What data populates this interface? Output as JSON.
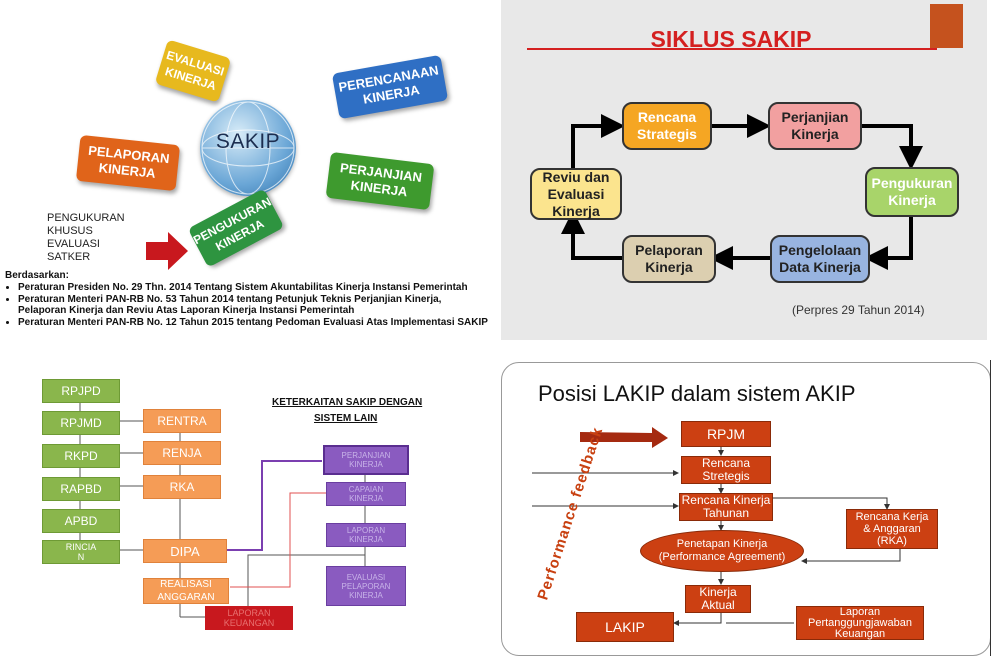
{
  "p1": {
    "center": "SAKIP",
    "tiles": {
      "evaluasi": "EVALUASI\nKINERJA",
      "perencanaan": "PERENCANAAN\nKINERJA",
      "pelaporan": "PELAPORAN\nKINERJA",
      "perjanjian": "PERJANJIAN\nKINERJA",
      "pengukuran": "PENGUKURAN\nKINERJA"
    },
    "pengukuran_khusus": [
      "PENGUKURAN",
      "KHUSUS",
      "EVALUASI",
      "SATKER"
    ],
    "berdasarkan": "Berdasarkan:",
    "regs": [
      "Peraturan Presiden No. 29 Thn. 2014 Tentang Sistem Akuntabilitas Kinerja Instansi Pemerintah",
      "Peraturan Menteri PAN-RB No. 53 Tahun 2014 tentang Petunjuk Teknis Perjanjian Kinerja, Pelaporan Kinerja dan Reviu Atas Laporan Kinerja Instansi Pemerintah",
      "Peraturan Menteri PAN-RB No. 12 Tahun 2015 tentang Pedoman Evaluasi Atas Implementasi SAKIP"
    ],
    "colors": {
      "evaluasi": "#e7b91e",
      "perencanaan": "#2f6fc4",
      "pelaporan": "#e0641a",
      "perjanjian": "#3e9a2e",
      "pengukuran": "#2e9440",
      "arrow": "#c8181e"
    }
  },
  "p2": {
    "title": "SIKLUS SAKIP",
    "boxes": {
      "rencana": "Rencana\nStrategis",
      "perjanjian": "Perjanjian\nKinerja",
      "pengukuran": "Pengukuran\nKinerja",
      "pengelolaan": "Pengelolaan\nData Kinerja",
      "pelaporan": "Pelaporan\nKinerja",
      "reviu": "Reviu dan\nEvaluasi\nKinerja"
    },
    "source": "(Perpres 29 Tahun 2014)",
    "colors": {
      "title": "#d42020",
      "rencana": "#f5a623",
      "perjanjian": "#f2a0a0",
      "pengukuran": "#a8d46a",
      "pengelolaan": "#98b4e0",
      "pelaporan": "#dccfb0",
      "reviu": "#fbe48e",
      "bg": "#e8e8e8"
    }
  },
  "p3": {
    "title_1": "KETERKAITAN SAKIP DENGAN",
    "title_2": "SISTEM LAIN",
    "green": [
      "RPJPD",
      "RPJMD",
      "RKPD",
      "RAPBD",
      "APBD",
      "RINCIA\nN"
    ],
    "orange": [
      "RENTRA",
      "RENJA",
      "RKA",
      "DIPA"
    ],
    "realisasi": "REALISASI\nANGGARAN",
    "laporan_keuangan": "LAPORAN\nKEUANGAN",
    "purple": [
      "PERJANJIAN\nKINERJA",
      "CAPAIAN\nKINERJA",
      "LAPORAN\nKINERJA",
      "EVALUASI\nPELAPORAN\nKINERJA"
    ]
  },
  "p4": {
    "title": "Posisi LAKIP dalam sistem AKIP",
    "feedback": "Performance feedback",
    "rpjm": "RPJM",
    "renstra": "Rencana\nStretegis",
    "rkt": "Rencana Kinerja\nTahunan",
    "rka": "Rencana Kerja\n& Anggaran\n(RKA)",
    "pk": "Penetapan Kinerja\n(Performance Agreement)",
    "aktual": "Kinerja\nAktual",
    "lpk": "Laporan\nPertanggungjawaban\nKeuangan",
    "lakip": "LAKIP"
  }
}
